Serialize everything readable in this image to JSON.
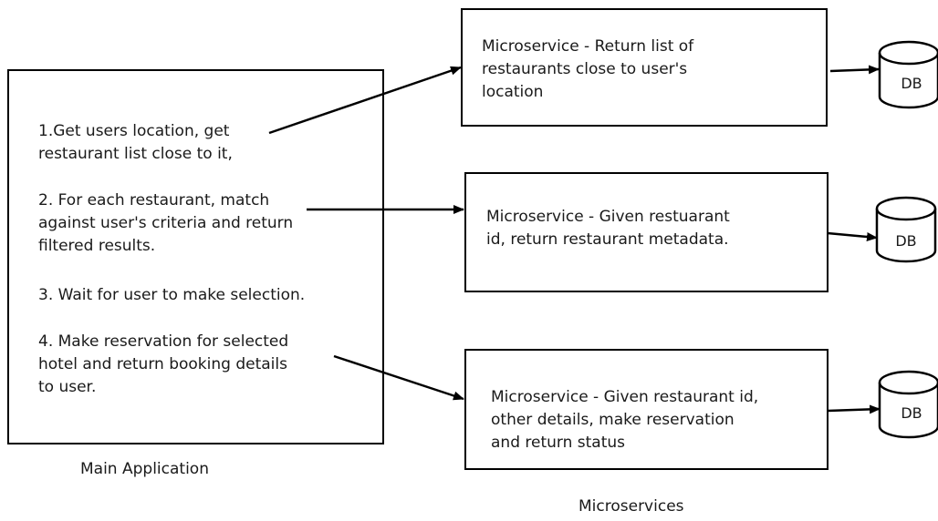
{
  "main_app": {
    "step1": "1.Get users location, get\nrestaurant list close to it,",
    "step2": "2. For each restaurant, match\nagainst user's criteria and return\nfiltered results.",
    "step3": "3. Wait for user to make selection.",
    "step4": "4. Make reservation for selected\nhotel and return booking details\nto user.",
    "caption": "Main Application"
  },
  "microservices": {
    "ms1": "Microservice  - Return list of\nrestaurants close to user's\nlocation",
    "ms2": "Microservice - Given restuarant\nid, return restaurant metadata.",
    "ms3": "Microservice - Given restaurant id,\nother details, make reservation\nand return status",
    "caption": "Microservices"
  },
  "db_label": "DB"
}
